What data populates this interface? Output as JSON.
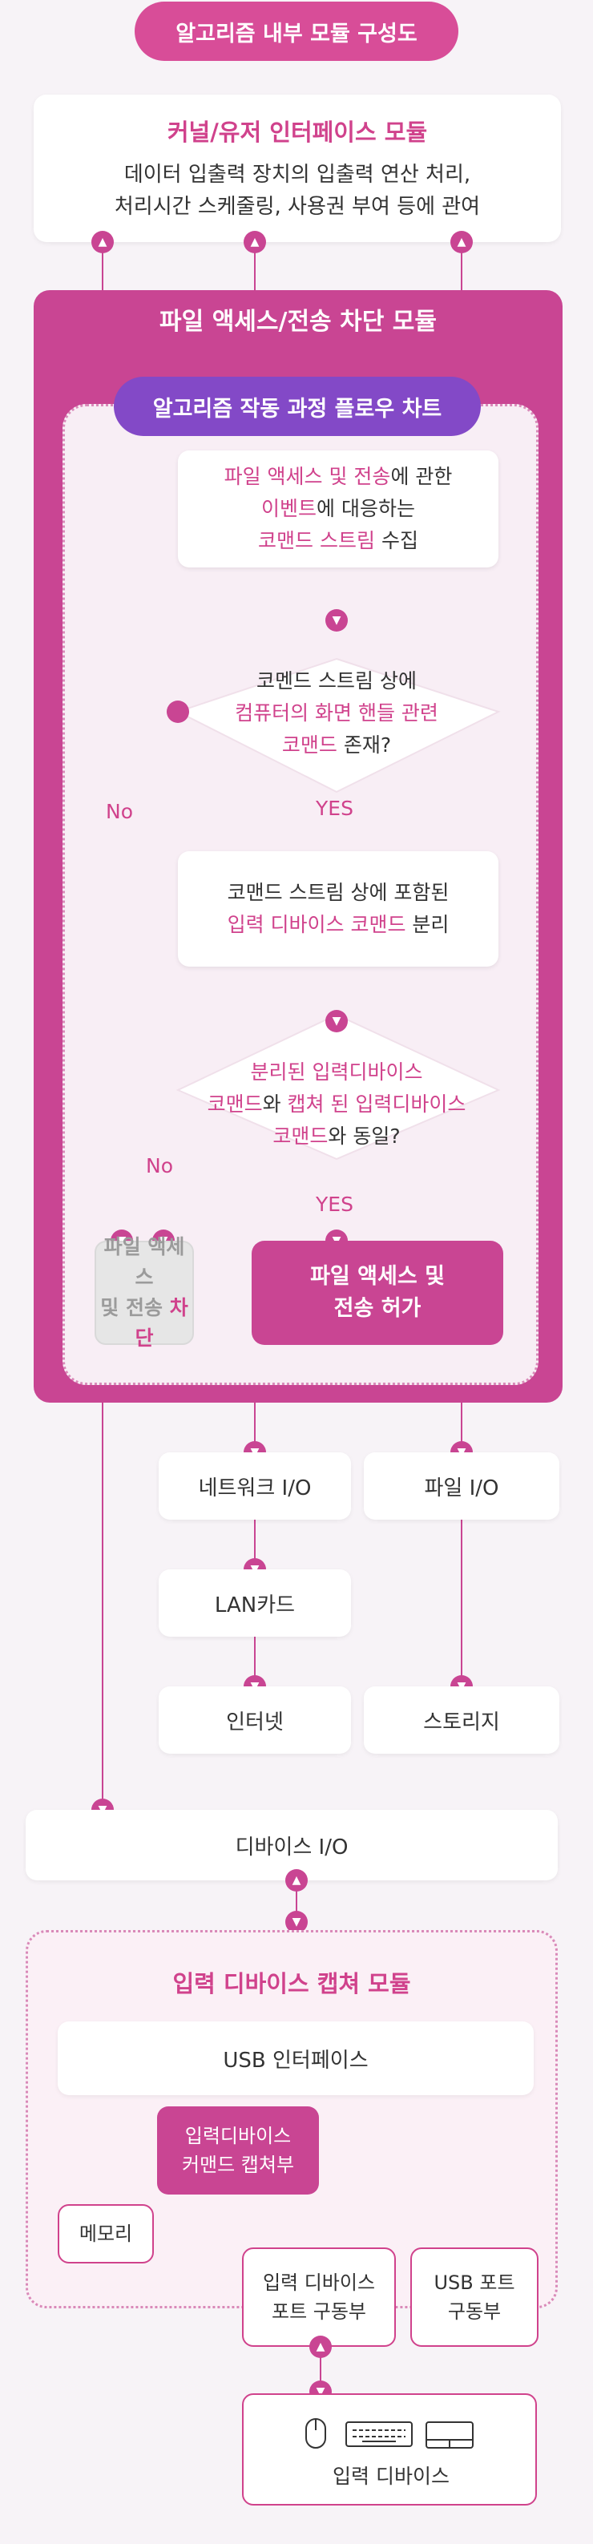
{
  "title": "알고리즘 내부 모듈 구성도",
  "kernel": {
    "title": "커널/유저 인터페이스 모듈",
    "desc_line1": "데이터 입출력 장치의 입출력 연산 처리,",
    "desc_line2": "처리시간 스케줄링, 사용권 부여 등에 관여"
  },
  "block_module": {
    "title": "파일 액세스/전송 차단 모듈"
  },
  "flow": {
    "title": "알고리즘 작동 과정 플로우 차트",
    "step1": {
      "p1": "파일 액세스 및 전송",
      "p2": "에 관한",
      "p3": "이벤트",
      "p4": "에 대응하는",
      "p5": "코맨드 스트림",
      "p6": " 수집"
    },
    "decision1": {
      "l1": "코멘드 스트림 상에",
      "l2": "컴퓨터의 화면 핸들 관련",
      "l3a": "코맨드",
      "l3b": " 존재?"
    },
    "step2": {
      "l1": "코맨드 스트림 상에 포함된",
      "l2a": "입력 디바이스 코맨드",
      "l2b": " 분리"
    },
    "decision2": {
      "l1": "분리된 입력디바이스",
      "l2a": "코맨드",
      "l2b": "와 ",
      "l2c": "캡쳐 된 입력디바이스",
      "l3a": "코맨드",
      "l3b": "와 동일?"
    },
    "yes1": "YES",
    "yes2": "YES",
    "no1": "No",
    "no2": "No",
    "block": {
      "l1": "파일 액세스",
      "l2a": "및 전송 ",
      "l2b": "차단"
    },
    "allow": {
      "l1": "파일 액세스 및",
      "l2": "전송 허가"
    }
  },
  "io": {
    "network": "네트워크 I/O",
    "file": "파일 I/O",
    "lan": "LAN카드",
    "internet": "인터넷",
    "storage": "스토리지",
    "device": "디바이스 I/O"
  },
  "capture_module": {
    "title": "입력 디바이스 캡쳐 모듈",
    "usb_interface": "USB 인터페이스",
    "capture_unit": {
      "l1": "입력디바이스",
      "l2": "커맨드 캡쳐부"
    },
    "memory": "메모리",
    "port_driver": {
      "l1": "입력 디바이스",
      "l2": "포트 구동부"
    },
    "usb_port_driver": {
      "l1": "USB 포트",
      "l2": "구동부"
    }
  },
  "input_device": {
    "label": "입력 디바이스",
    "icons": [
      "mouse-icon",
      "keyboard-icon",
      "touchpad-icon"
    ]
  },
  "colors": {
    "accent": "#c94593",
    "purple": "#8349c7",
    "text_pink": "#d0428c"
  }
}
